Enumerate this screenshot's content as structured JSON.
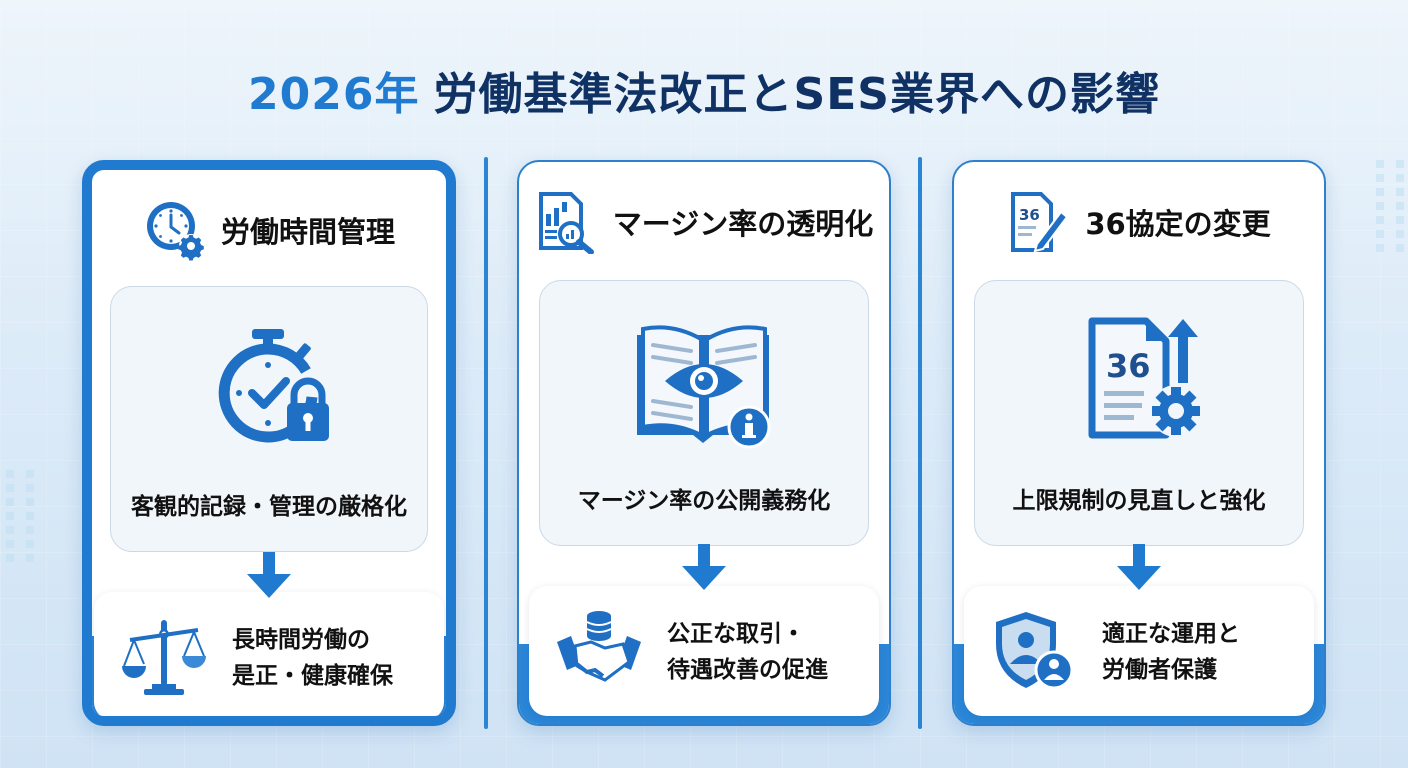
{
  "title": {
    "year": "2026年",
    "main": "労働基準法改正とSES業界への影響"
  },
  "colors": {
    "accent": "#1f7ad0",
    "title_dark": "#0f3163",
    "panel_bg": "#f1f6fb"
  },
  "columns": [
    {
      "heading": "労働時間管理",
      "heading_icon": "clock-gear-icon",
      "change_icon": "stopwatch-check-lock-icon",
      "change": "客観的記録・管理の厳格化",
      "result_icon": "balance-scale-icon",
      "result_line1": "長時間労働の",
      "result_line2": "是正・健康確保"
    },
    {
      "heading": "マージン率の透明化",
      "heading_icon": "report-magnifier-icon",
      "change_icon": "open-book-eye-info-icon",
      "change": "マージン率の公開義務化",
      "result_icon": "handshake-coins-icon",
      "result_line1": "公正な取引・",
      "result_line2": "待遇改善の促進"
    },
    {
      "heading": "36協定の変更",
      "heading_icon": "document-36-pen-icon",
      "change_icon": "document-36-gear-arrow-icon",
      "change_doc_number": "36",
      "change": "上限規制の見直しと強化",
      "result_icon": "shield-person-icon",
      "result_line1": "適正な運用と",
      "result_line2": "労働者保護"
    }
  ]
}
